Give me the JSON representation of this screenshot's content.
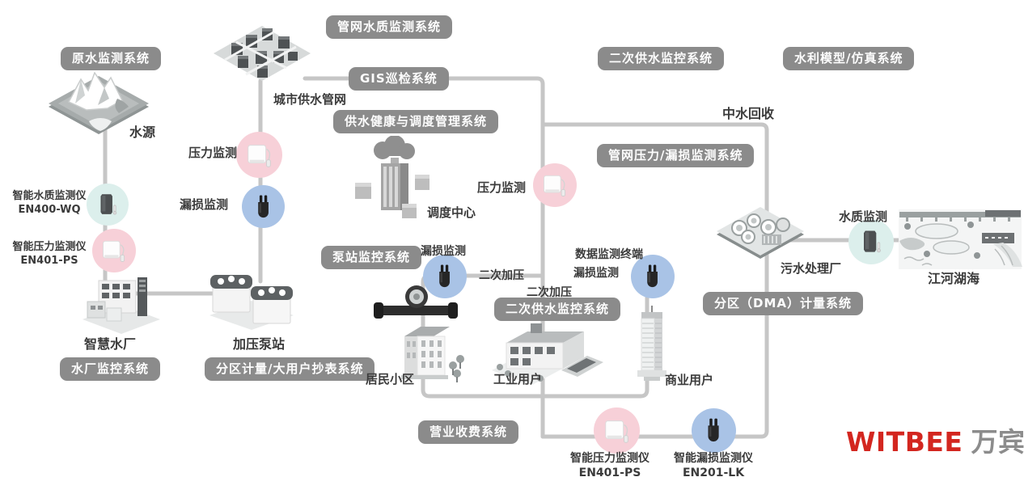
{
  "brand": {
    "logo_en": "WITBEE",
    "logo_cn": "万宾"
  },
  "colors": {
    "badge_gray": "#8b8b8b",
    "line_gray": "#c6c6c6",
    "text_dark": "#3b3b3b",
    "pink_circle": "#f7d0d8",
    "blue_circle": "#a9c3e6",
    "teal_circle": "#dcefec",
    "brand_red": "#d3261f"
  },
  "badges": [
    {
      "label": "原水监测系统"
    },
    {
      "label": "管网水质监测系统"
    },
    {
      "label": "GIS巡检系统"
    },
    {
      "label": "二次供水监控系统"
    },
    {
      "label": "水利模型/仿真系统"
    },
    {
      "label": "供水健康与调度管理系统"
    },
    {
      "label": "管网压力/漏损监测系统"
    },
    {
      "label": "泵站监控系统"
    },
    {
      "label": "二次供水监控系统"
    },
    {
      "label": "分区（DMA）计量系统"
    },
    {
      "label": "水厂监控系统"
    },
    {
      "label": "分区计量/大用户抄表系统"
    },
    {
      "label": "营业收费系统"
    }
  ],
  "labels": [
    {
      "label": "水源"
    },
    {
      "label": "城市供水管网"
    },
    {
      "label": "压力监测"
    },
    {
      "label": "漏损监测"
    },
    {
      "label": "调度中心"
    },
    {
      "label": "压力监测"
    },
    {
      "label": "中水回收"
    },
    {
      "label": "智慧水厂"
    },
    {
      "label": "加压泵站"
    },
    {
      "label": "漏损监测"
    },
    {
      "label": "二次加压"
    },
    {
      "label": "二次加压"
    },
    {
      "label": "数据监测终端"
    },
    {
      "label": "漏损监测"
    },
    {
      "label": "居民小区"
    },
    {
      "label": "工业用户"
    },
    {
      "label": "商业用户"
    },
    {
      "label": "污水处理厂"
    },
    {
      "label": "水质监测"
    },
    {
      "label": "江河湖海"
    }
  ],
  "devices": [
    {
      "name": "智能水质监测仪",
      "model": "EN400-WQ",
      "icon": "water-quality-sensor-icon"
    },
    {
      "name": "智能压力监测仪",
      "model": "EN401-PS",
      "icon": "pressure-sensor-icon"
    },
    {
      "name": "智能压力监测仪",
      "model": "EN401-PS",
      "icon": "pressure-sensor-icon"
    },
    {
      "name": "智能漏损监测仪",
      "model": "EN201-LK",
      "icon": "leak-sensor-icon"
    }
  ],
  "icons": {
    "pressure": "pressure-sensor-icon",
    "leak": "leak-sensor-icon",
    "water_quality": "water-quality-sensor-icon"
  }
}
